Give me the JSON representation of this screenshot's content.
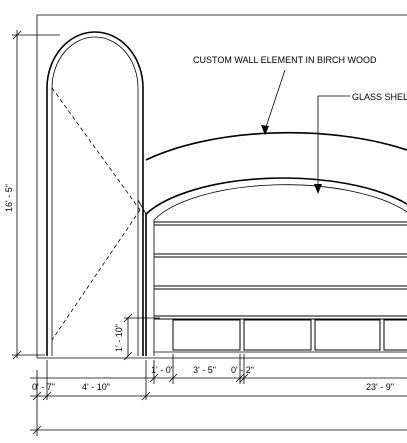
{
  "annotations": {
    "wall_element": "CUSTOM WALL ELEMENT IN BIRCH WOOD",
    "glass_shelf": "GLASS SHEL"
  },
  "dimensions": {
    "overall_height": "16' - 5\"",
    "small_height": "1' - 10\"",
    "d1": "0' - 7\"",
    "d2": "4' - 10\"",
    "d3": "1' - 0\"",
    "d4": "3' - 5\"",
    "d5": "0' - 2\"",
    "d6": "23' - 9\""
  }
}
